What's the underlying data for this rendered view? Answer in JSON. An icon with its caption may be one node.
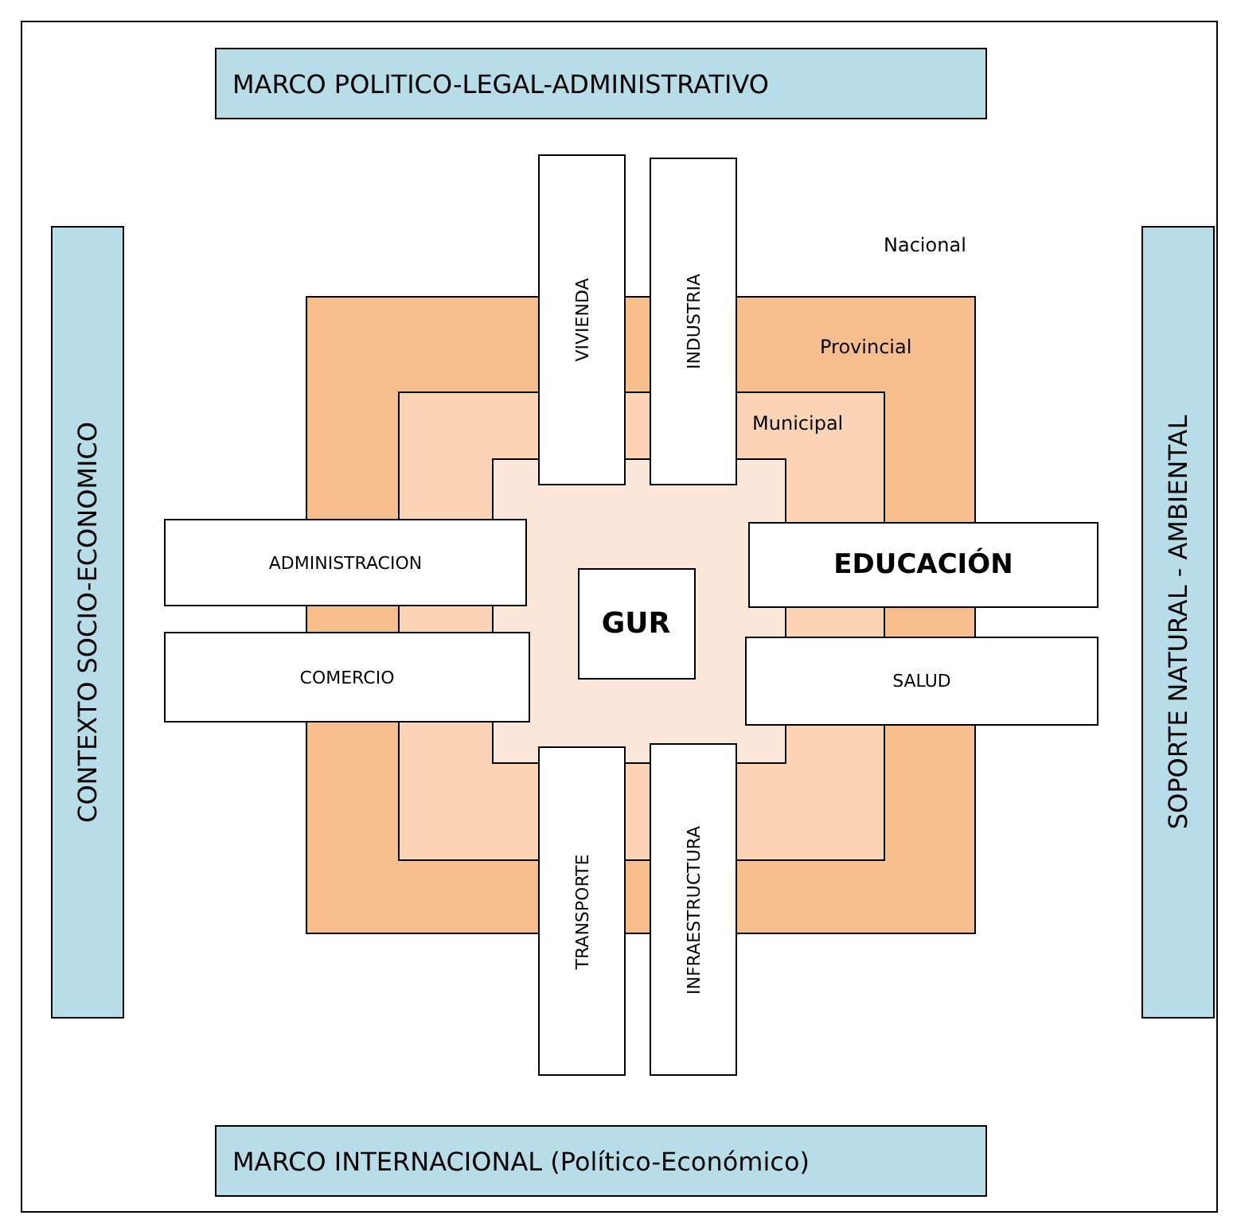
{
  "diagram": {
    "nodes": [
      {
        "text": [
          "MARCO POLITICO-LEGAL-ADMINISTRATIVO"
        ]
      },
      {
        "text": [
          "CONTEXTO SOCIO-ECONOMICO"
        ]
      },
      {
        "text": [
          "SOPORTE NATURAL - AMBIENTAL"
        ]
      },
      {
        "text": [
          "Provincial"
        ]
      },
      {
        "text": [
          "Municipal"
        ],
        "in": 3
      },
      {
        "text": [],
        "shape": "box",
        "in": 4
      },
      {
        "text": [
          "GUR"
        ],
        "in": 5
      },
      {
        "text": [
          "VIVIENDA"
        ]
      },
      {
        "text": [
          "INDUSTRIA"
        ]
      },
      {
        "text": [
          "ADMINISTRACION"
        ]
      },
      {
        "text": [
          "EDUCACIÓN"
        ]
      },
      {
        "text": [
          "COMERCIO"
        ]
      },
      {
        "text": [
          "SALUD"
        ]
      },
      {
        "text": [
          "TRANSPORTE"
        ]
      },
      {
        "text": [
          "INFRAESTRUCTURA"
        ]
      },
      {
        "text": [
          "MARCO INTERNACIONAL (Político-Económico)"
        ]
      }
    ],
    "labels": [
      "Nacional"
    ]
  }
}
